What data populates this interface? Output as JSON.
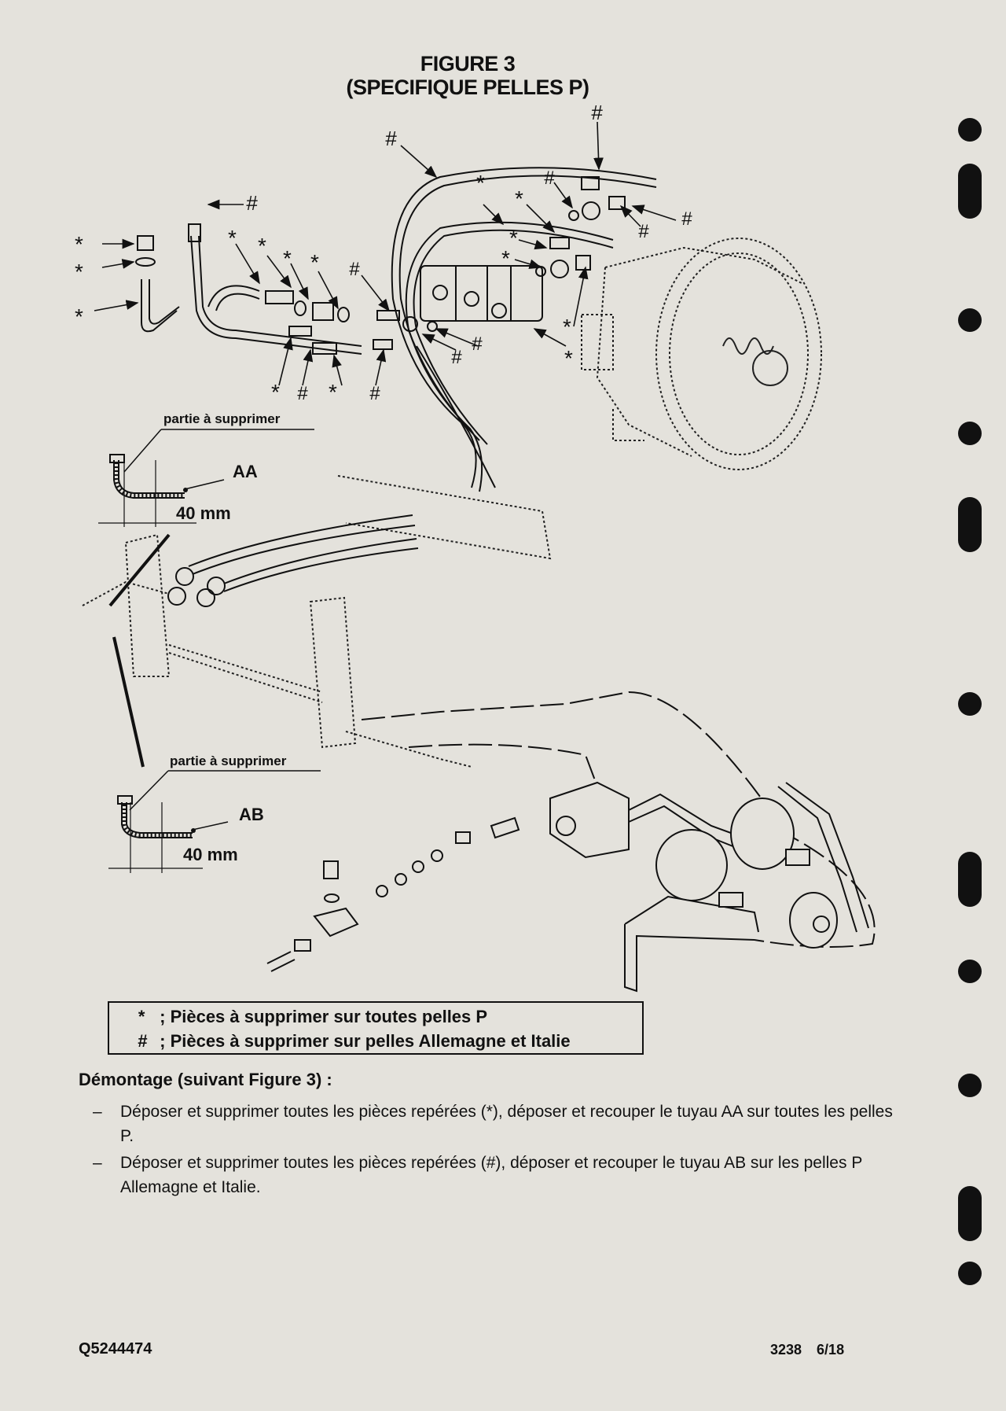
{
  "figure": {
    "title_line1": "FIGURE 3",
    "title_line2": "(SPECIFIQUE PELLES P)"
  },
  "diagram": {
    "callouts": {
      "hash": "#",
      "star": "*"
    },
    "detail_aa": {
      "caption": "partie à supprimer",
      "tube_label": "AA",
      "dimension": "40 mm"
    },
    "detail_ab": {
      "caption": "partie à supprimer",
      "tube_label": "AB",
      "dimension": "40 mm"
    }
  },
  "legend": {
    "star_symbol": "*",
    "star_text": "; Pièces à supprimer sur toutes pelles P",
    "hash_symbol": "#",
    "hash_text": "; Pièces à supprimer sur pelles Allemagne et Italie"
  },
  "procedure": {
    "title": "Démontage (suivant Figure 3) :",
    "steps": [
      {
        "dash": "–",
        "text": "Déposer et supprimer toutes les pièces repérées (*), déposer et recouper le tuyau AA sur toutes les pelles P."
      },
      {
        "dash": "–",
        "text": "Déposer et supprimer toutes les pièces repérées (#), déposer et recouper le tuyau AB sur les pelles P Allemagne et Italie."
      }
    ]
  },
  "footer": {
    "doc_number": "Q5244474",
    "page_info": "3238 6/18"
  }
}
